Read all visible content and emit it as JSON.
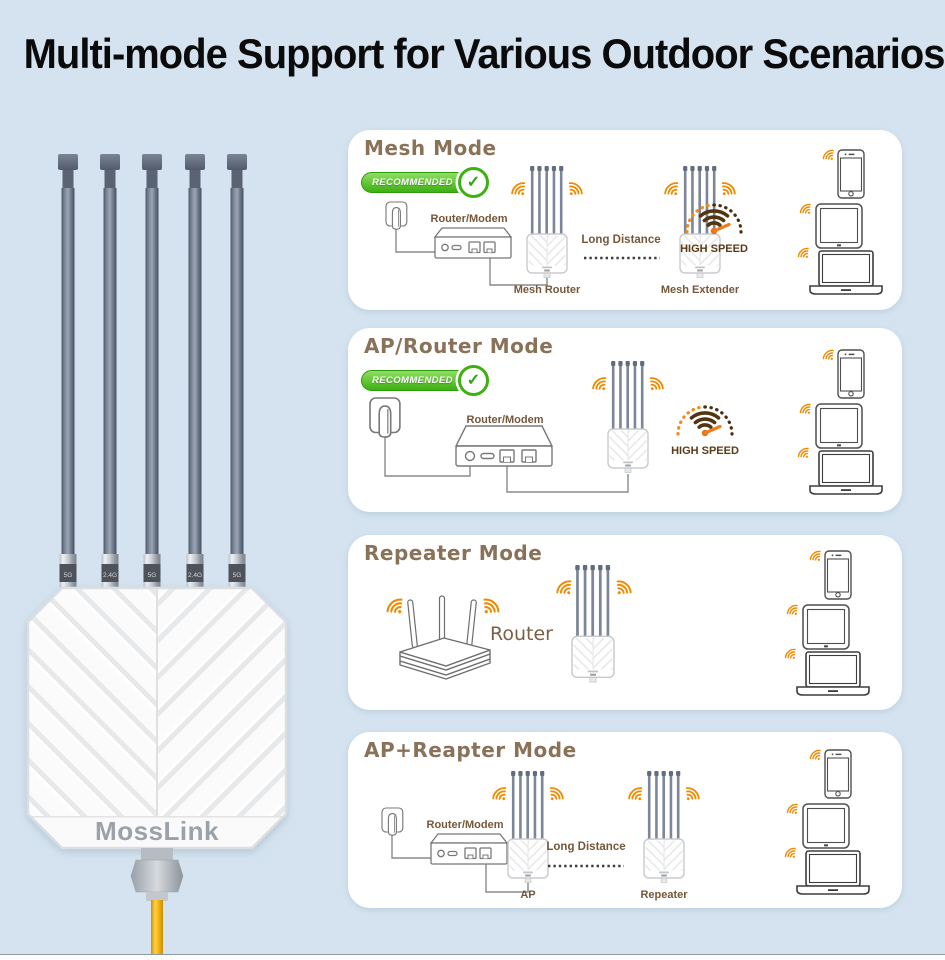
{
  "page": {
    "title": "Multi-mode Support for Various Outdoor Scenarios"
  },
  "product": {
    "brand": "MossLink",
    "antenna_labels": [
      "5G",
      "2.4G",
      "5G",
      "2.4G",
      "5G"
    ]
  },
  "badge_label": "RECOMMENDED",
  "panels": {
    "mesh": {
      "title": "Mesh Mode",
      "modem": "Router/Modem",
      "device1": "Mesh Router",
      "distance": "Long Distance",
      "device2": "Mesh Extender",
      "speed": "HIGH SPEED"
    },
    "ap_router": {
      "title": "AP/Router Mode",
      "modem": "Router/Modem",
      "speed": "HIGH SPEED"
    },
    "repeater": {
      "title": "Repeater Mode",
      "router": "Router"
    },
    "ap_repeater": {
      "title": "AP+Reapter Mode",
      "modem": "Router/Modem",
      "device1": "AP",
      "distance": "Long Distance",
      "device2": "Repeater"
    }
  },
  "colors": {
    "background": "#d4e3ef",
    "wifi_orange": "#f18a00",
    "badge_green": "#3db012",
    "label_brown": "#75573a",
    "speed_brown": "#5d3a16",
    "cable_yellow": "#f6b71c"
  }
}
